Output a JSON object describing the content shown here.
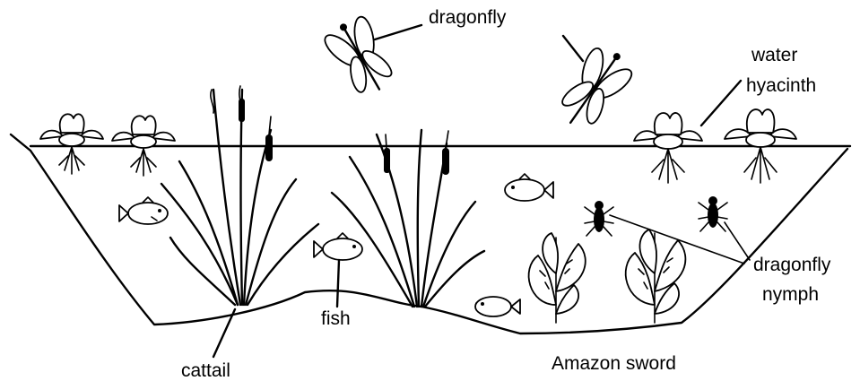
{
  "labels": {
    "dragonfly": "dragonfly",
    "water_hyacinth_line1": "water",
    "water_hyacinth_line2": "hyacinth",
    "dragonfly_nymph_line1": "dragonfly",
    "dragonfly_nymph_line2": "nymph",
    "fish": "fish",
    "cattail": "cattail",
    "amazon_sword": "Amazon sword"
  }
}
